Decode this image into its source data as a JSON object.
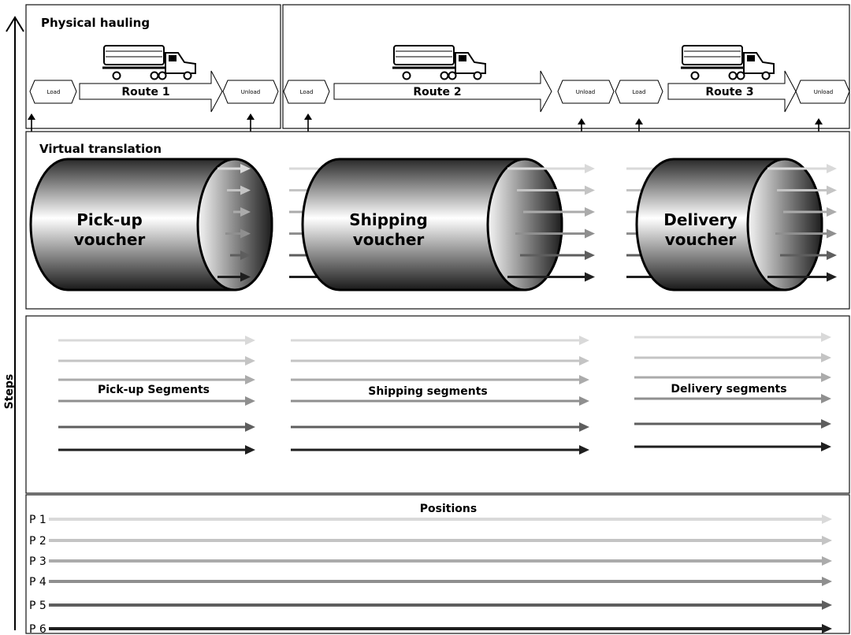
{
  "steps_axis": {
    "label": "Steps"
  },
  "physical": {
    "title": "Physical hauling",
    "routes": [
      {
        "label": "Route 1",
        "load": "Load",
        "unload": "Unload"
      },
      {
        "label": "Route 2",
        "load": "Load",
        "unload": "Unload"
      },
      {
        "label": "Route 3",
        "load": "Load",
        "unload": "Unload"
      }
    ]
  },
  "virtual": {
    "title": "Virtual translation",
    "vouchers": [
      {
        "line1": "Pick-up",
        "line2": "voucher"
      },
      {
        "line1": "Shipping",
        "line2": "voucher"
      },
      {
        "line1": "Delivery",
        "line2": "voucher"
      }
    ]
  },
  "segments": {
    "labels": [
      "Pick-up Segments",
      "Shipping segments",
      "Delivery segments"
    ]
  },
  "positions": {
    "title": "Positions",
    "items": [
      "P 1",
      "P 2",
      "P 3",
      "P 4",
      "P 5",
      "P 6"
    ]
  },
  "colors": {
    "levels": [
      "#d9d9d9",
      "#c4c4c4",
      "#ababab",
      "#8f8f8f",
      "#5e5e5e",
      "#1f1f1f"
    ]
  }
}
